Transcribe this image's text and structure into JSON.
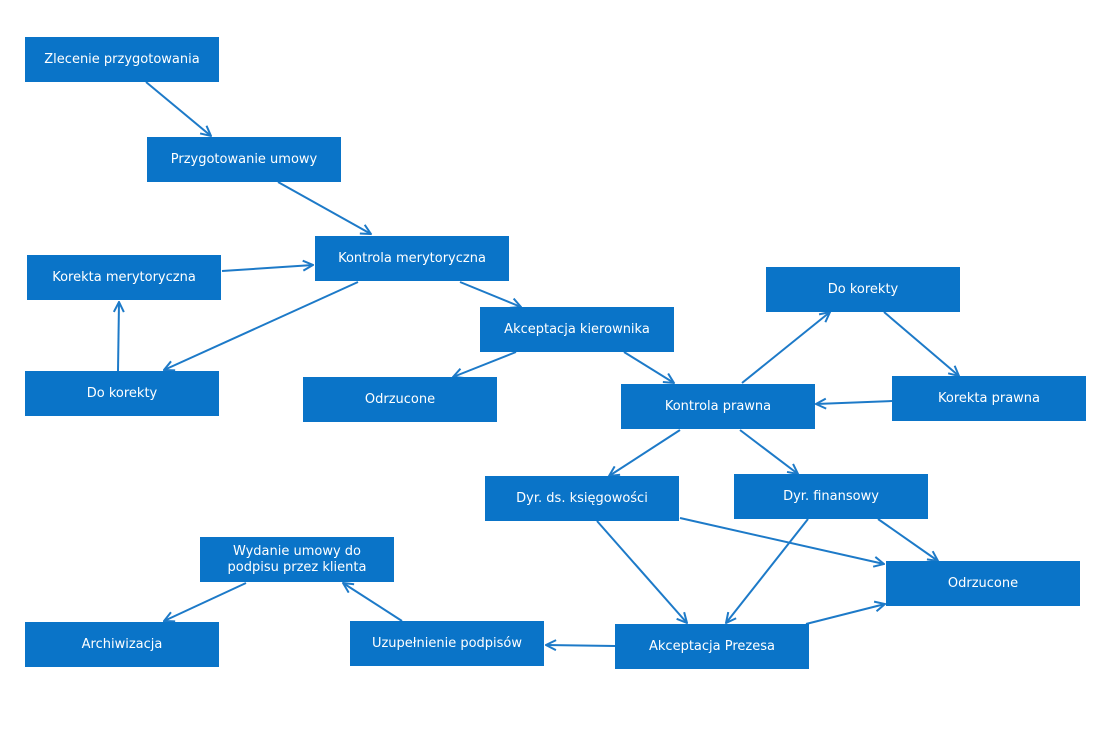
{
  "diagram": {
    "nodes": [
      {
        "id": "zlecenie",
        "label": "Zlecenie przygotowania"
      },
      {
        "id": "przygotowanie",
        "label": "Przygotowanie umowy"
      },
      {
        "id": "kontrola_meryt",
        "label": "Kontrola merytoryczna"
      },
      {
        "id": "korekta_meryt",
        "label": "Korekta merytoryczna"
      },
      {
        "id": "do_korekty_1",
        "label": "Do korekty"
      },
      {
        "id": "akceptacja_kier",
        "label": "Akceptacja kierownika"
      },
      {
        "id": "odrzucone_1",
        "label": "Odrzucone"
      },
      {
        "id": "do_korekty_2",
        "label": "Do korekty"
      },
      {
        "id": "kontrola_prawna",
        "label": "Kontrola prawna"
      },
      {
        "id": "korekta_prawna",
        "label": "Korekta prawna"
      },
      {
        "id": "dyr_ksieg",
        "label": "Dyr. ds. księgowości"
      },
      {
        "id": "dyr_fin",
        "label": "Dyr. finansowy"
      },
      {
        "id": "odrzucone_2",
        "label": "Odrzucone"
      },
      {
        "id": "wydanie",
        "label": "Wydanie umowy do podpisu przez klienta"
      },
      {
        "id": "archiwizacja",
        "label": "Archiwizacja"
      },
      {
        "id": "uzupelnienie",
        "label": "Uzupełnienie podpisów"
      },
      {
        "id": "akceptacja_prezesa",
        "label": "Akceptacja Prezesa"
      }
    ],
    "edges": [
      {
        "from": "zlecenie",
        "to": "przygotowanie"
      },
      {
        "from": "przygotowanie",
        "to": "kontrola_meryt"
      },
      {
        "from": "korekta_meryt",
        "to": "kontrola_meryt"
      },
      {
        "from": "kontrola_meryt",
        "to": "do_korekty_1"
      },
      {
        "from": "do_korekty_1",
        "to": "korekta_meryt"
      },
      {
        "from": "kontrola_meryt",
        "to": "akceptacja_kier"
      },
      {
        "from": "akceptacja_kier",
        "to": "odrzucone_1"
      },
      {
        "from": "akceptacja_kier",
        "to": "kontrola_prawna"
      },
      {
        "from": "kontrola_prawna",
        "to": "do_korekty_2"
      },
      {
        "from": "do_korekty_2",
        "to": "korekta_prawna"
      },
      {
        "from": "korekta_prawna",
        "to": "kontrola_prawna"
      },
      {
        "from": "kontrola_prawna",
        "to": "dyr_ksieg"
      },
      {
        "from": "kontrola_prawna",
        "to": "dyr_fin"
      },
      {
        "from": "dyr_ksieg",
        "to": "odrzucone_2"
      },
      {
        "from": "dyr_ksieg",
        "to": "akceptacja_prezesa"
      },
      {
        "from": "dyr_fin",
        "to": "odrzucone_2"
      },
      {
        "from": "dyr_fin",
        "to": "akceptacja_prezesa"
      },
      {
        "from": "akceptacja_prezesa",
        "to": "odrzucone_2"
      },
      {
        "from": "akceptacja_prezesa",
        "to": "uzupelnienie"
      },
      {
        "from": "uzupelnienie",
        "to": "wydanie"
      },
      {
        "from": "wydanie",
        "to": "archiwizacja"
      }
    ],
    "colors": {
      "node_fill": "#0a74c8",
      "node_text": "#ffffff",
      "edge": "#1d7ac8"
    }
  }
}
